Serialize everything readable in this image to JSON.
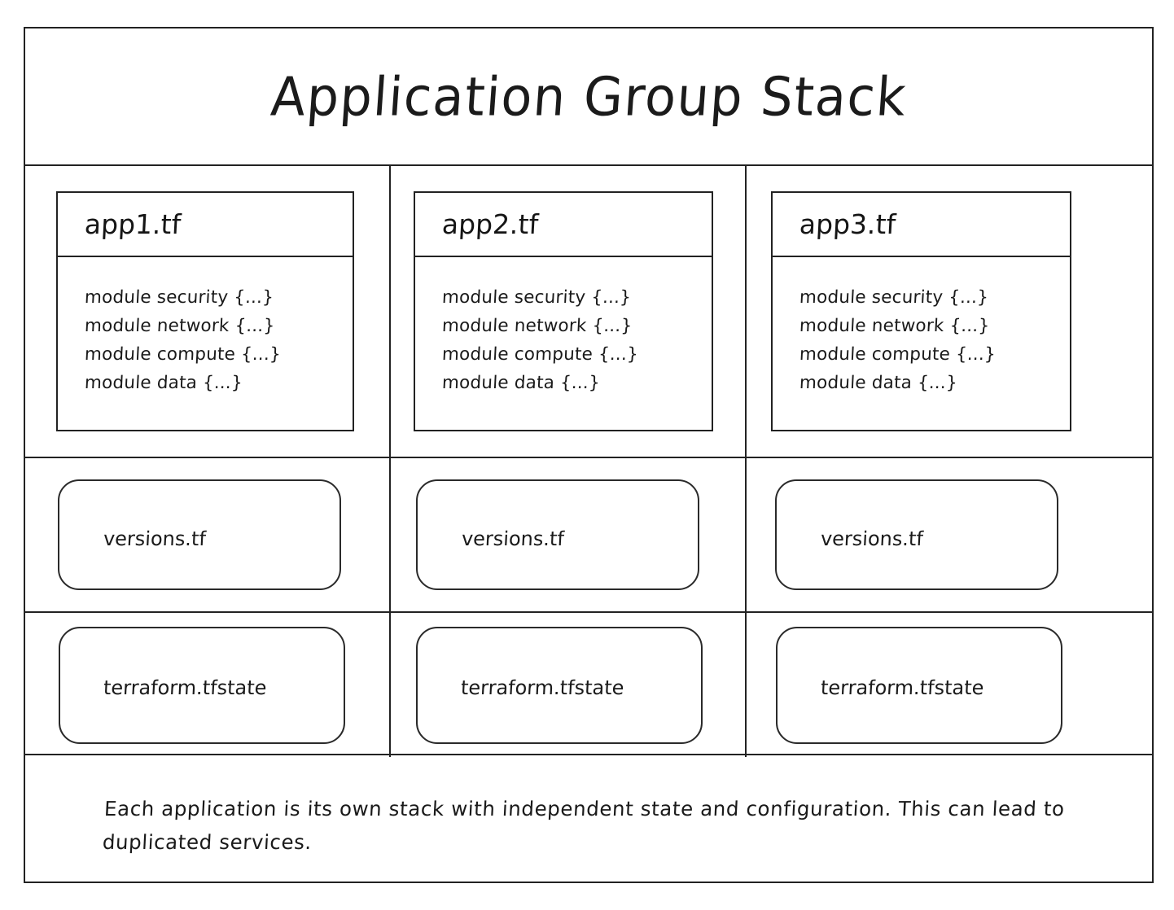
{
  "diagram": {
    "title": "Application Group Stack",
    "footer_note": "Each application is its own stack with independent state and configuration. This can lead to duplicated services."
  },
  "columns": [
    {
      "app_card": {
        "title": "app1.tf",
        "modules": [
          "module security {...}",
          "module network {...}",
          "module compute {...}",
          "module data {...}"
        ]
      },
      "versions_label": "versions.tf",
      "state_label": "terraform.tfstate"
    },
    {
      "app_card": {
        "title": "app2.tf",
        "modules": [
          "module security {...}",
          "module network {...}",
          "module compute {...}",
          "module data {...}"
        ]
      },
      "versions_label": "versions.tf",
      "state_label": "terraform.tfstate"
    },
    {
      "app_card": {
        "title": "app3.tf",
        "modules": [
          "module security {...}",
          "module network {...}",
          "module compute {...}",
          "module data {...}"
        ]
      },
      "versions_label": "versions.tf",
      "state_label": "terraform.tfstate"
    }
  ],
  "colors": {
    "stroke": "#222222",
    "background": "#ffffff",
    "text": "#1a1a1a"
  }
}
